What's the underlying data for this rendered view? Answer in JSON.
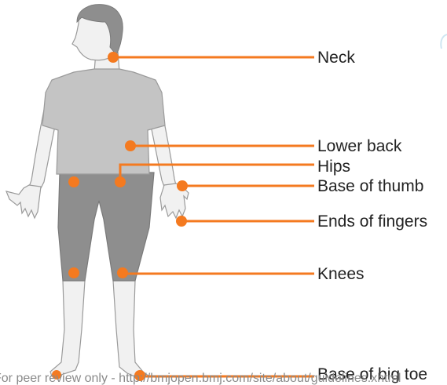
{
  "colors": {
    "accent": "#f47a20",
    "skin": "#f1f1f1",
    "skin_outline": "#9a9a9a",
    "shirt": "#c4c4c4",
    "trousers": "#8e8e8e",
    "hair": "#8e8e8e",
    "label_text": "#222222",
    "watermark": "#8a8a8a"
  },
  "labels": {
    "neck": "Neck",
    "lower_back": "Lower back",
    "hips": "Hips",
    "base_of_thumb": "Base of thumb",
    "ends_of_fingers": "Ends of fingers",
    "knees": "Knees",
    "base_of_big_toe": "Base of big toe"
  },
  "watermark": "For peer review only - http://bmjopen.bmj.com/site/about/guidelines.xhtml"
}
